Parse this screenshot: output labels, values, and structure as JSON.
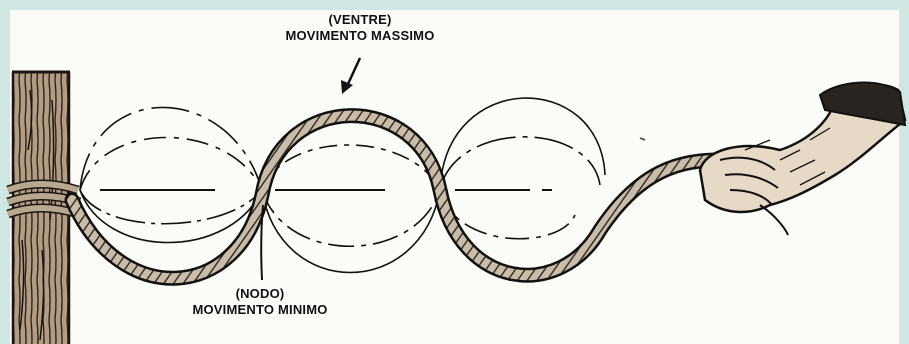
{
  "labels": {
    "ventre": {
      "paren": "(VENTRE)",
      "main": "MOVIMENTO MASSIMO"
    },
    "nodo": {
      "paren": "(NODO)",
      "main": "MOVIMENTO MINIMO"
    }
  },
  "colors": {
    "ink": "#111111",
    "rope": "#8a7a66",
    "post": "#9a8470",
    "skin": "#d9c9b4",
    "background": "#cfe6e3",
    "paper": "#fbfbf8"
  },
  "icons": [
    "wooden-post-icon",
    "rope-icon",
    "hand-icon",
    "arrow-icon"
  ]
}
